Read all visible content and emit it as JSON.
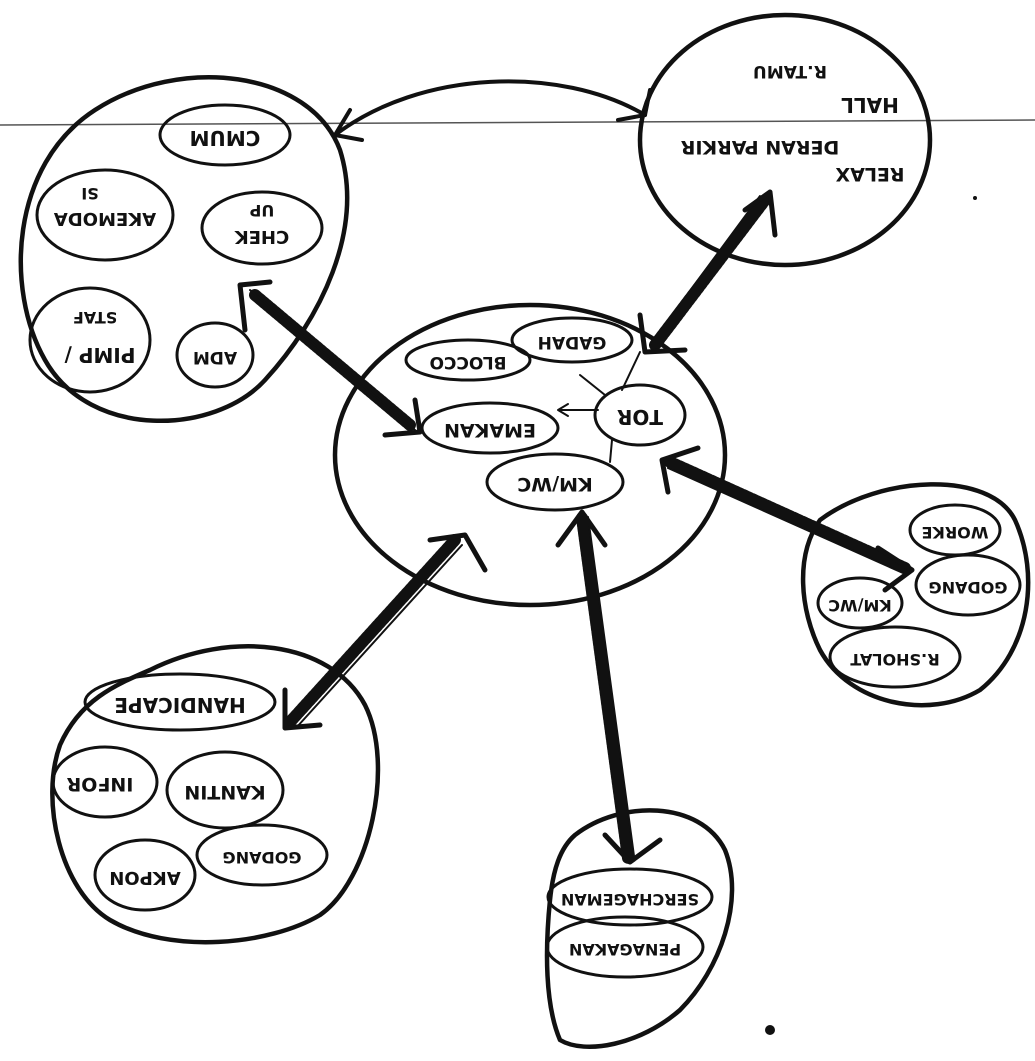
{
  "diagram": {
    "center": {
      "labels": [
        "TOR",
        "EMAKAN",
        "BLOCCO",
        "GADAH",
        "KM/WC"
      ]
    },
    "top_left": {
      "labels": [
        "CMUM",
        "CHEK",
        "UP",
        "AKEMODA",
        "SI",
        "PIMP /",
        "STAF",
        "ADM"
      ]
    },
    "top_right": {
      "labels": [
        "HALL",
        "R.TAMU",
        "RELAX",
        "DERAN PARKIR"
      ]
    },
    "right": {
      "labels": [
        "WORKE",
        "GODANG",
        "KM/WC",
        "R.SHOLAT"
      ]
    },
    "bottom_left": {
      "labels": [
        "HANDICAPE",
        "INFOR",
        "KANTIN",
        "GODANG",
        "AKPON"
      ]
    },
    "bottom": {
      "labels": [
        "SERCHAGEMAN",
        "PENAGAKAN"
      ]
    }
  },
  "style": {
    "ink": "#111111",
    "paper": "#ffffff"
  }
}
